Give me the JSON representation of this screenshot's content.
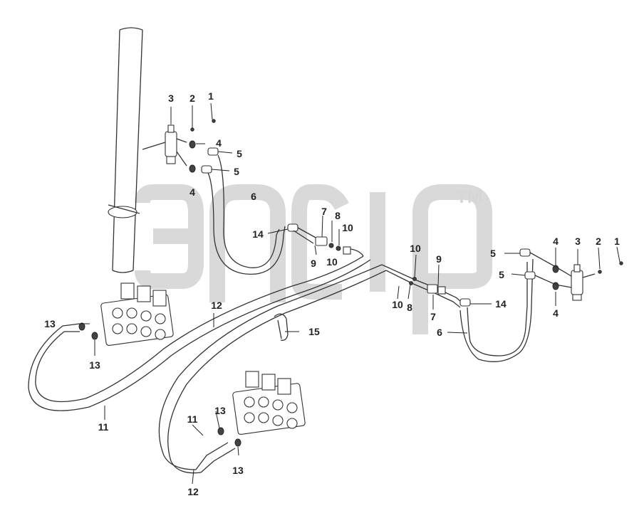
{
  "watermark": {
    "mark": "TM",
    "logo": "эпсир"
  },
  "callouts": {
    "top_left_1": "1",
    "top_left_2": "2",
    "top_left_3": "3",
    "top_left_4a": "4",
    "top_left_4b": "4",
    "top_left_5a": "5",
    "top_left_5b": "5",
    "top_left_6": "6",
    "mid_7": "7",
    "mid_8": "8",
    "mid_10a": "10",
    "mid_9": "9",
    "mid_10b": "10",
    "mid_14": "14",
    "right_1": "1",
    "right_2": "2",
    "right_3": "3",
    "right_4a": "4",
    "right_4b": "4",
    "right_5a": "5",
    "right_5b": "5",
    "right_10a": "10",
    "right_9": "9",
    "right_10b": "10",
    "right_8": "8",
    "right_7": "7",
    "right_14": "14",
    "right_6": "6",
    "left_13a": "13",
    "left_13b": "13",
    "left_12": "12",
    "left_11": "11",
    "left_15": "15",
    "bottom_13a": "13",
    "bottom_11": "11",
    "bottom_13b": "13",
    "bottom_12": "12"
  }
}
